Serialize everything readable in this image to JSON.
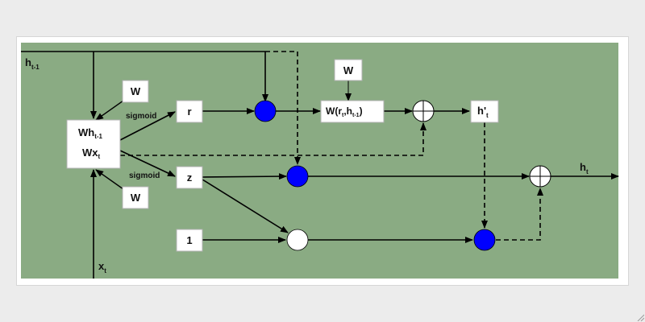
{
  "colors": {
    "panel_background": "#8aab83",
    "gate_fill": "#0000ff",
    "box_fill": "#ffffff",
    "line": "#000000"
  },
  "labels": {
    "h_prev": {
      "main": "h",
      "sub": "t-1"
    },
    "x_t": {
      "main": "x",
      "sub": "t"
    },
    "w_top": "W",
    "w_bottom": "W",
    "w_candidate": "W",
    "wh": {
      "main": "Wh",
      "sub": "t-1"
    },
    "wx": {
      "main": "Wx",
      "sub": "t"
    },
    "sigmoid_top": "sigmoid",
    "sigmoid_bottom": "sigmoid",
    "r": "r",
    "z": "z",
    "one": "1",
    "w_r_h": {
      "prefix": "W(r",
      "sub1": "t",
      "mid": ",h",
      "sub2": "t-1",
      "suffix": ")"
    },
    "h_prime": {
      "main": "h'",
      "sub": "t"
    },
    "h_t": {
      "main": "h",
      "sub": "t"
    }
  }
}
